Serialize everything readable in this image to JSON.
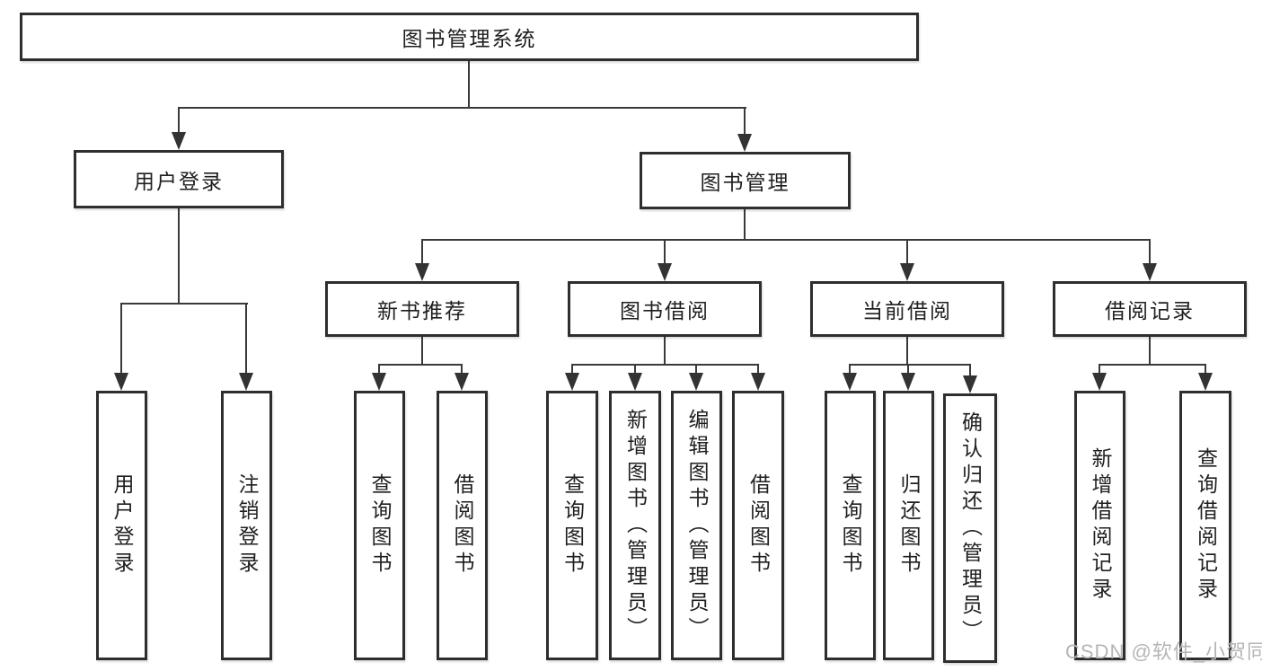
{
  "diagram": {
    "nodes": {
      "root": "图书管理系统",
      "user_login": "用户登录",
      "book_mgmt": "图书管理",
      "new_book": "新书推荐",
      "book_borrow": "图书借阅",
      "current_borrow": "当前借阅",
      "borrow_records": "借阅记录",
      "ul_user_login": "用户登录",
      "ul_logout": "注销登录",
      "nb_query_book": "查询图书",
      "nb_borrow_book": "借阅图书",
      "bb_query_book": "查询图书",
      "bb_add_book": "新增图书（管理员）",
      "bb_edit_book": "编辑图书（管理员）",
      "bb_borrow_book": "借阅图书",
      "cb_query_book": "查询图书",
      "cb_return_book": "归还图书",
      "cb_confirm_return": "确认归还（管理员）",
      "br_add_record": "新增借阅记录",
      "br_query_record": "查询借阅记录"
    },
    "hierarchy": {
      "图书管理系统": {
        "用户登录": [
          "用户登录",
          "注销登录"
        ],
        "图书管理": {
          "新书推荐": [
            "查询图书",
            "借阅图书"
          ],
          "图书借阅": [
            "查询图书",
            "新增图书（管理员）",
            "编辑图书（管理员）",
            "借阅图书"
          ],
          "当前借阅": [
            "查询图书",
            "归还图书",
            "确认归还（管理员）"
          ],
          "借阅记录": [
            "新增借阅记录",
            "查询借阅记录"
          ]
        }
      }
    },
    "colors": {
      "border": "#2e2e2e",
      "line": "#3a3a3a",
      "text": "#1f1f1f",
      "background": "#ffffff",
      "watermark": "#b5b5b5"
    }
  },
  "watermark": "CSDN @软件_小贺同学"
}
